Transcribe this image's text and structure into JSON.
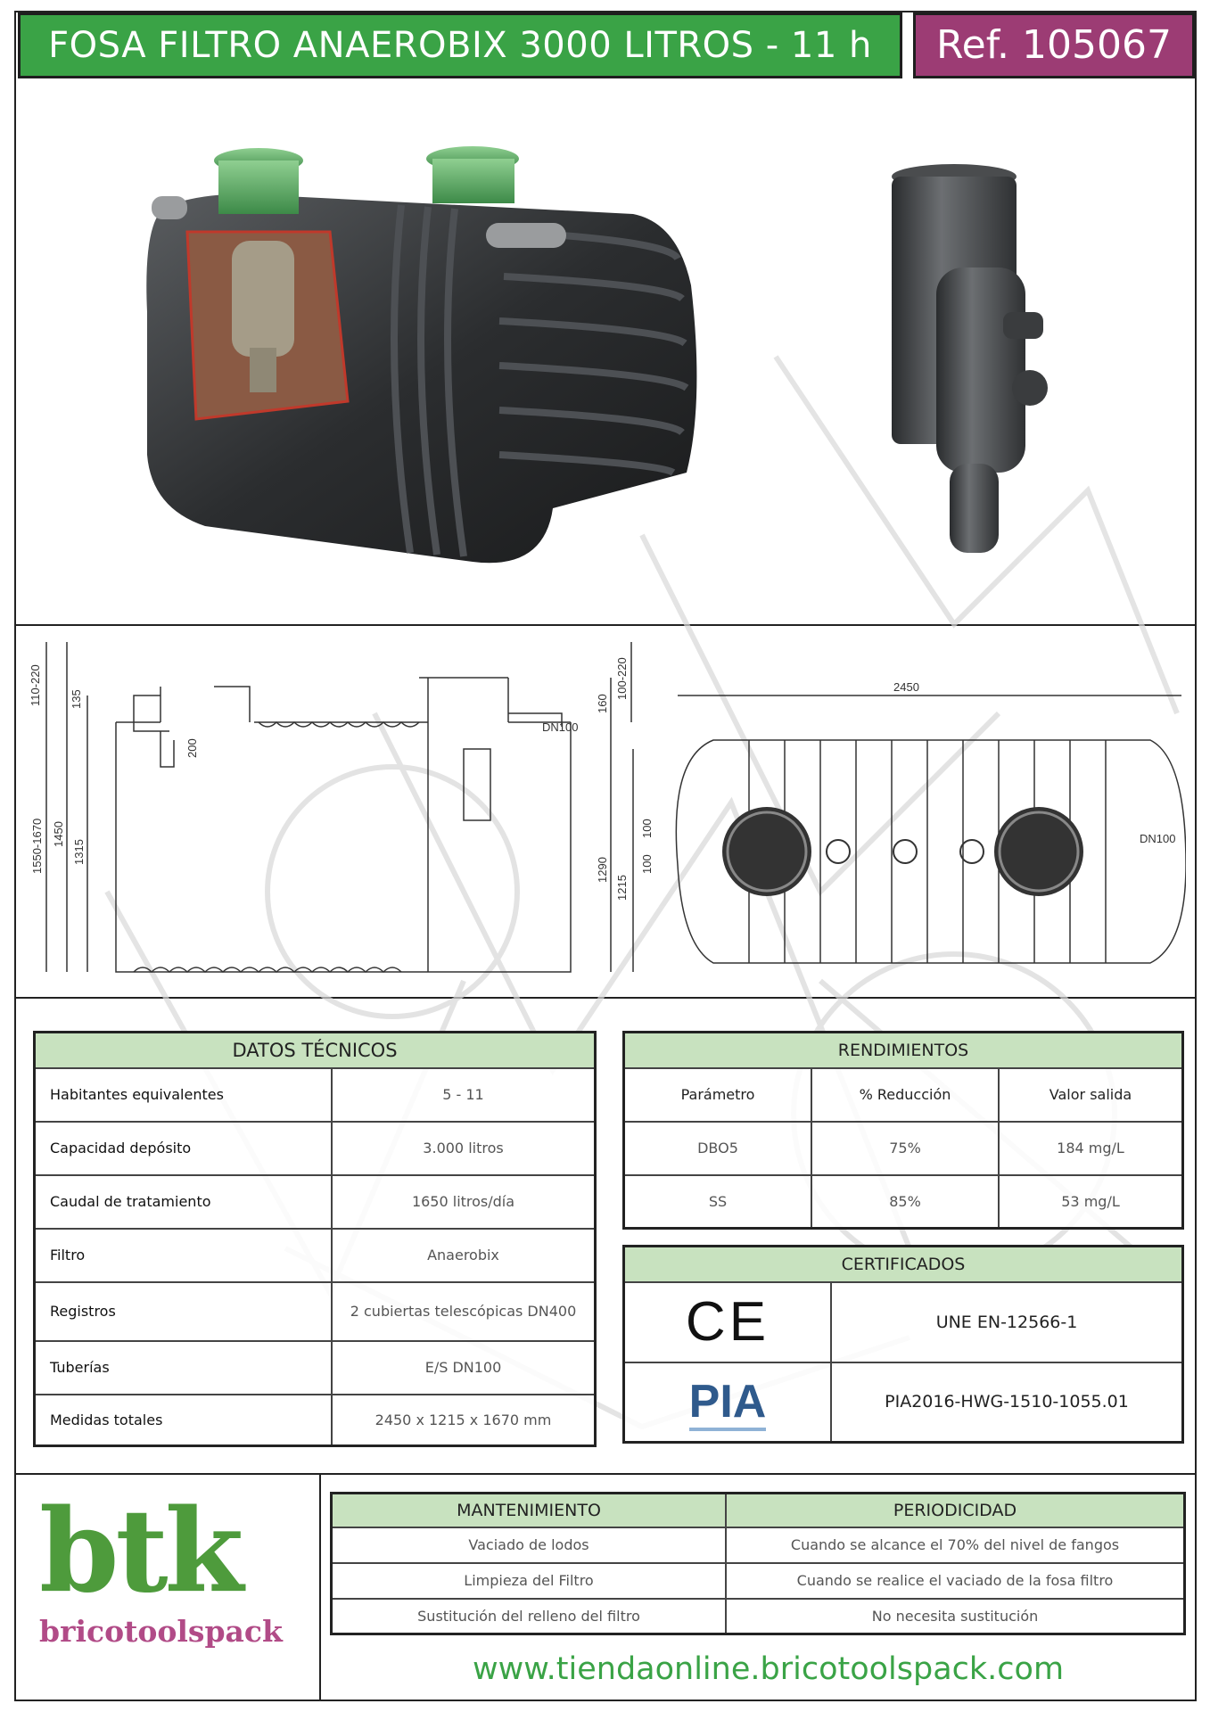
{
  "header": {
    "title": "FOSA FILTRO ANAEROBIX 3000 LITROS - 11 h",
    "ref": "Ref. 105067"
  },
  "drawing": {
    "side_dims": [
      "110-220",
      "135",
      "1550-1670",
      "1450",
      "1315",
      "200",
      "DN100",
      "160",
      "100-220",
      "1290",
      "1215"
    ],
    "top_dims": [
      "2450",
      "DN100",
      "100",
      "100"
    ]
  },
  "datos_tecnicos": {
    "title": "DATOS TÉCNICOS",
    "rows": [
      {
        "label": "Habitantes equivalentes",
        "value": "5 - 11"
      },
      {
        "label": "Capacidad depósito",
        "value": "3.000 litros"
      },
      {
        "label": "Caudal de tratamiento",
        "value": "1650 litros/día"
      },
      {
        "label": "Filtro",
        "value": "Anaerobix"
      },
      {
        "label": "Registros",
        "value": "2 cubiertas telescópicas DN400"
      },
      {
        "label": "Tuberías",
        "value": "E/S DN100"
      },
      {
        "label": "Medidas totales",
        "value": "2450 x 1215 x 1670 mm"
      }
    ]
  },
  "rendimientos": {
    "title": "RENDIMIENTOS",
    "columns": [
      "Parámetro",
      "% Reducción",
      "Valor salida"
    ],
    "rows": [
      [
        "DBO5",
        "75%",
        "184 mg/L"
      ],
      [
        "SS",
        "85%",
        "53 mg/L"
      ]
    ]
  },
  "certificados": {
    "title": "CERTIFICADOS",
    "ce_mark": "CE",
    "pia_mark": "PIA",
    "rows": [
      "UNE EN-12566-1",
      "PIA2016-HWG-1510-1055.01"
    ]
  },
  "mantenimiento": {
    "columns": [
      "MANTENIMIENTO",
      "PERIODICIDAD"
    ],
    "rows": [
      [
        "Vaciado de lodos",
        "Cuando se alcance el 70% del nivel de fangos"
      ],
      [
        "Limpieza del Filtro",
        "Cuando se realice el vaciado de la fosa filtro"
      ],
      [
        "Sustitución del relleno del filtro",
        "No necesita sustitución"
      ]
    ]
  },
  "logo": {
    "main": "btk",
    "sub": "bricotoolspack"
  },
  "footer": {
    "url": "www.tiendaonline.bricotoolspack.com"
  },
  "colors": {
    "green": "#3aa346",
    "magenta": "#9c3c74",
    "header_fill": "#c8e2bf"
  }
}
